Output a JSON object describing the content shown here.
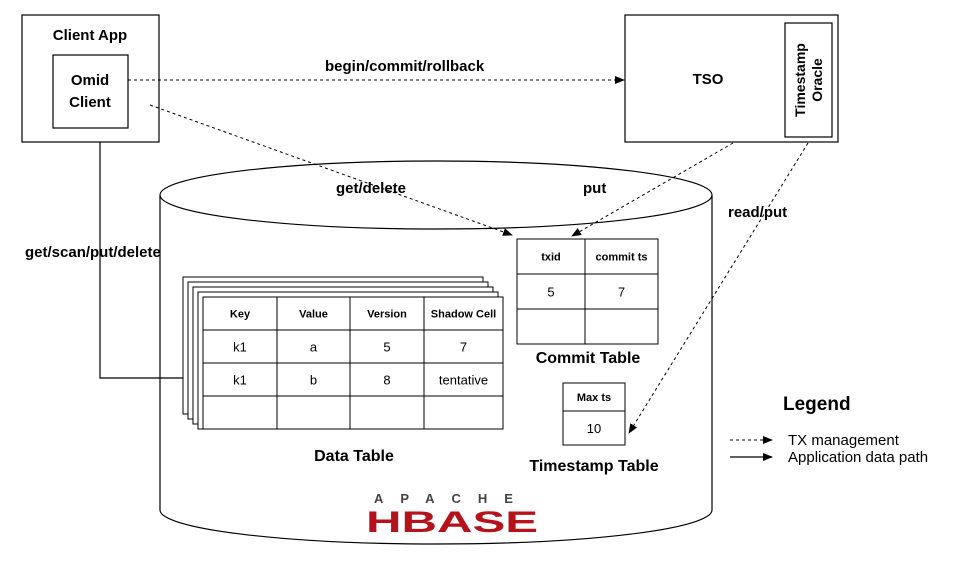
{
  "client_app": {
    "title": "Client App",
    "omid_line1": "Omid",
    "omid_line2": "Client"
  },
  "tso": {
    "title": "TSO",
    "oracle_line1": "Timestamp",
    "oracle_line2": "Oracle"
  },
  "arrows": {
    "begin_commit": "begin/commit/rollback",
    "get_delete": "get/delete",
    "put": "put",
    "read_put": "read/put",
    "get_scan": "get/scan/put/delete"
  },
  "data_table": {
    "title": "Data Table",
    "headers": [
      "Key",
      "Value",
      "Version",
      "Shadow Cell"
    ],
    "rows": [
      [
        "k1",
        "a",
        "5",
        "7"
      ],
      [
        "k1",
        "b",
        "8",
        "tentative"
      ],
      [
        "",
        "",
        "",
        ""
      ]
    ]
  },
  "commit_table": {
    "title": "Commit Table",
    "headers": [
      "txid",
      "commit ts"
    ],
    "rows": [
      [
        "5",
        "7"
      ],
      [
        "",
        ""
      ]
    ]
  },
  "timestamp_table": {
    "title": "Timestamp Table",
    "header": "Max ts",
    "value": "10"
  },
  "legend": {
    "title": "Legend",
    "tx": "TX management",
    "app": "Application data path"
  },
  "hbase": {
    "top": "APACHE",
    "main": "HBASE",
    "color": "#b5121b"
  }
}
